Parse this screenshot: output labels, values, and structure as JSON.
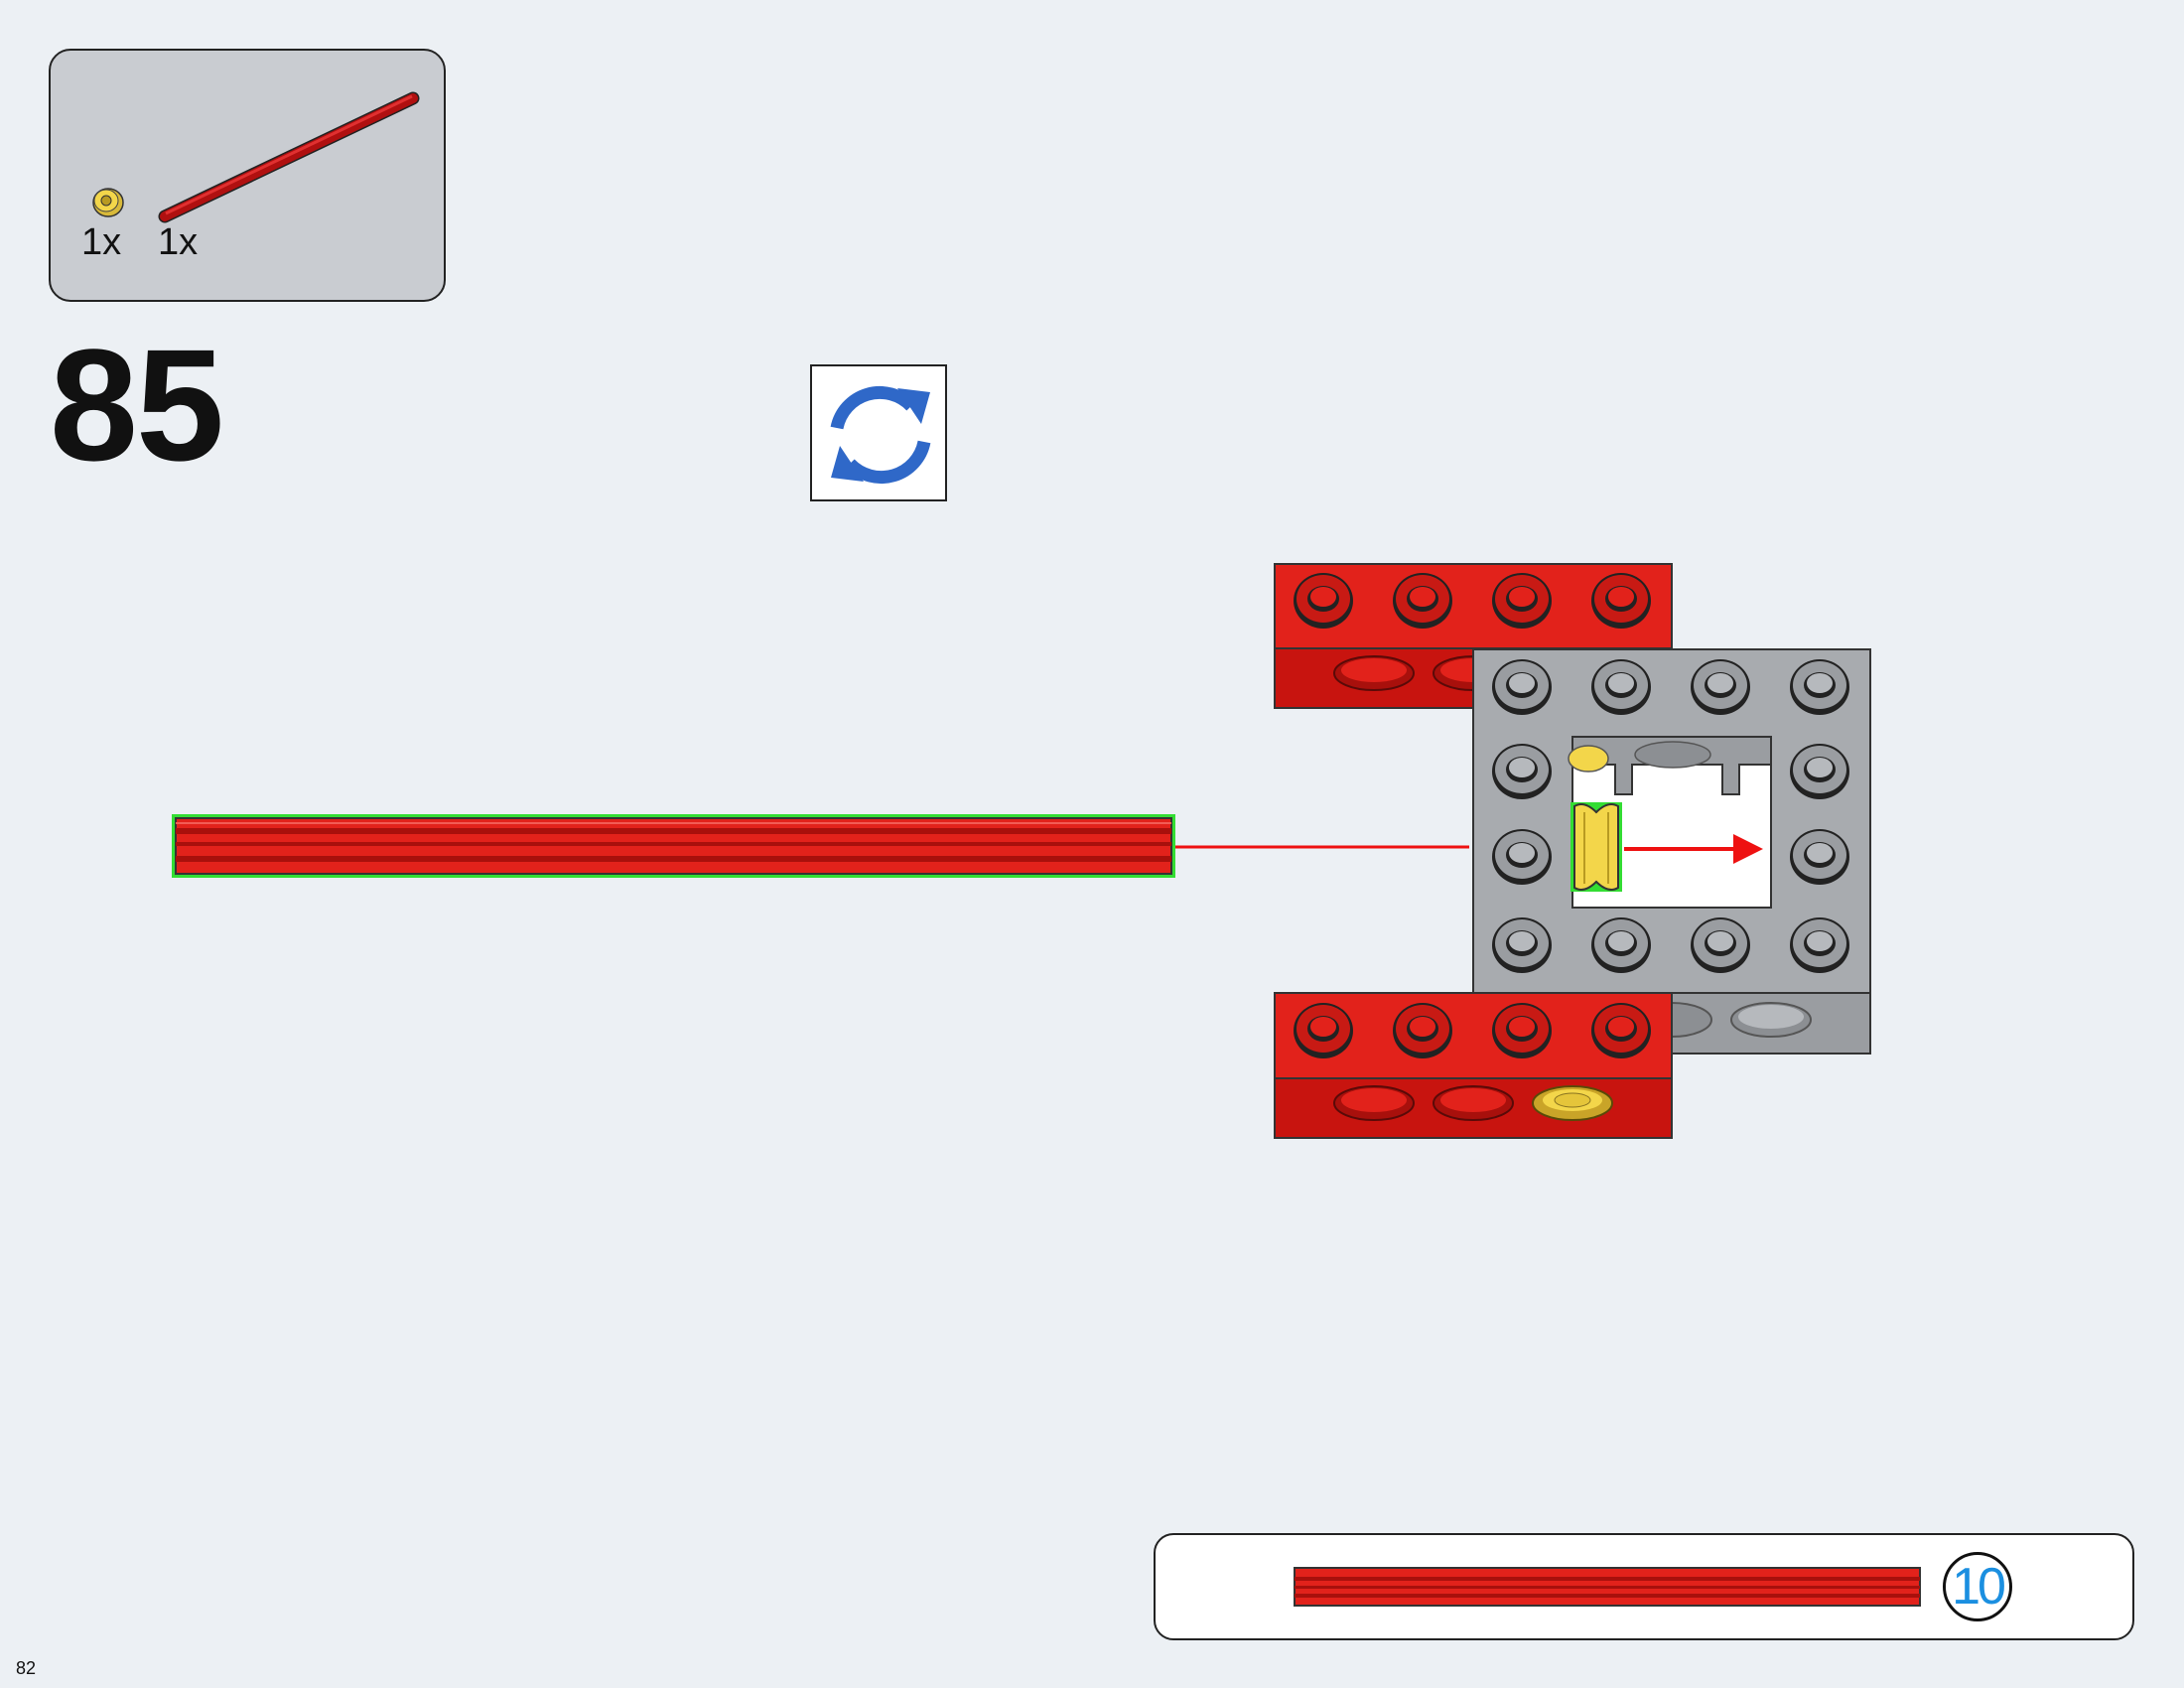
{
  "parts_list": {
    "items": [
      {
        "icon": "yellow-bush-icon",
        "count": "1x"
      },
      {
        "icon": "red-axle-icon",
        "count": "1x"
      }
    ]
  },
  "step": {
    "number": "85"
  },
  "rotate_indicator": {
    "icon": "rotate-model-icon"
  },
  "callout": {
    "icon": "red-axle-icon",
    "length": "10"
  },
  "page": {
    "number": "82"
  },
  "colors": {
    "background": "#ecf0f4",
    "parts_panel": "#c9ccd1",
    "brick_red": "#e2221b",
    "frame_gray": "#a8abaf",
    "bush_yellow": "#f3d64a",
    "highlight_green": "#33dd33",
    "arrow_red": "#ee1111",
    "rotate_blue": "#2f68c8",
    "badge_blue": "#1b8fe0"
  }
}
